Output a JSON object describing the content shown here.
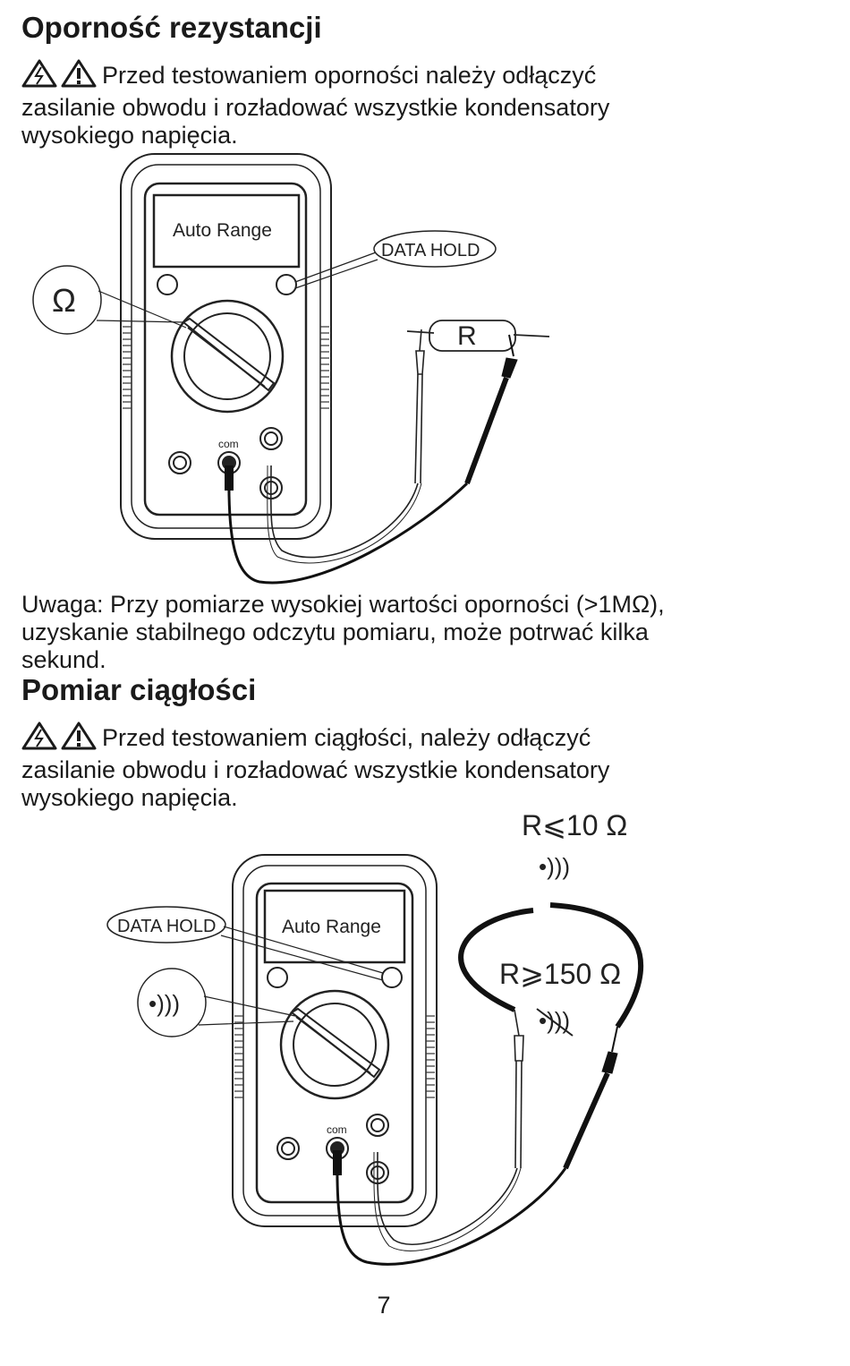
{
  "section1": {
    "title": "Oporność rezystancji",
    "warning_lines": [
      "Przed testowaniem oporności należy odłączyć",
      "zasilanie obwodu i rozładować wszystkie kondensatory",
      "wysokiego napięcia."
    ],
    "figure": {
      "display_label": "Auto  Range",
      "data_hold_label": "DATA  HOLD",
      "omega_symbol": "Ω",
      "com_label": "com",
      "resistor_label": "R"
    },
    "note_lines": [
      "Uwaga: Przy pomiarze wysokiej wartości oporności (>1MΩ),",
      "uzyskanie stabilnego odczytu pomiaru, może potrwać kilka",
      "sekund."
    ]
  },
  "section2": {
    "title": "Pomiar ciągłości",
    "warning_lines": [
      "Przed testowaniem ciągłości, należy odłączyć",
      "zasilanie obwodu i rozładować wszystkie kondensatory",
      "wysokiego napięcia."
    ],
    "figure": {
      "display_label": "Auto  Range",
      "data_hold_label": "DATA  HOLD",
      "com_label": "com",
      "continuity_symbol": "•)))",
      "cond_low": "R⩽10 Ω",
      "cond_high": "R⩾150 Ω"
    }
  },
  "page_number": "7"
}
